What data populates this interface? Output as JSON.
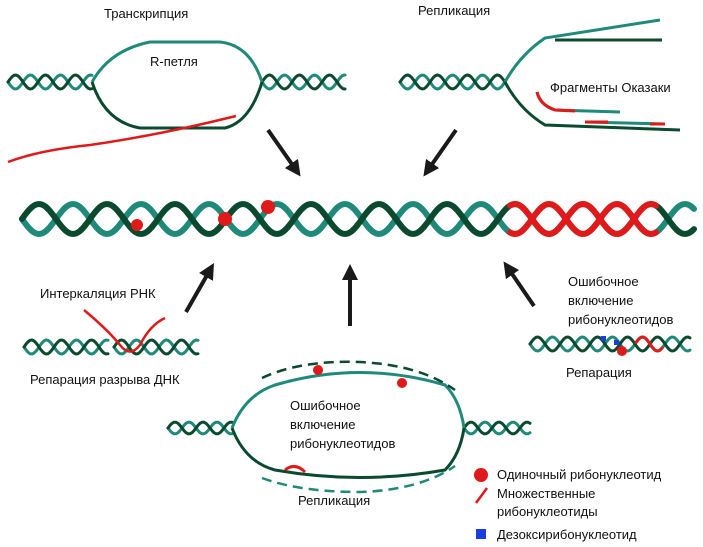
{
  "colors": {
    "strand_dark": "#0b4a2e",
    "strand_teal": "#1f8a7a",
    "rna_red": "#e01a1a",
    "deoxy_blue": "#1a3fe0",
    "arrow": "#1a1a1a"
  },
  "labels": {
    "transcription": "Транскрипция",
    "r_loop": "R-петля",
    "replication_top": "Репликация",
    "okazaki": "Фрагменты Оказаки",
    "intercalation": "Интеркаляция РНК",
    "dsb_repair": "Репарация разрыва ДНК",
    "misincorp_right_1": "Ошибочное",
    "misincorp_right_2": "включение",
    "misincorp_right_3": "рибонуклеотидов",
    "repair_right": "Репарация",
    "misincorp_center_1": "Ошибочное",
    "misincorp_center_2": "включение",
    "misincorp_center_3": "рибонуклеотидов",
    "replication_bottom": "Репликация"
  },
  "legend": [
    {
      "icon": "single-ribonucleotide-dot-icon",
      "label": "Одиночный рибонуклеотид"
    },
    {
      "icon": "multiple-ribonucleotides-line-icon",
      "label_1": "Множественные",
      "label_2": "рибонуклеотиды"
    },
    {
      "icon": "deoxyribonucleotide-square-icon",
      "label": "Дезоксирибонуклеотид"
    }
  ]
}
